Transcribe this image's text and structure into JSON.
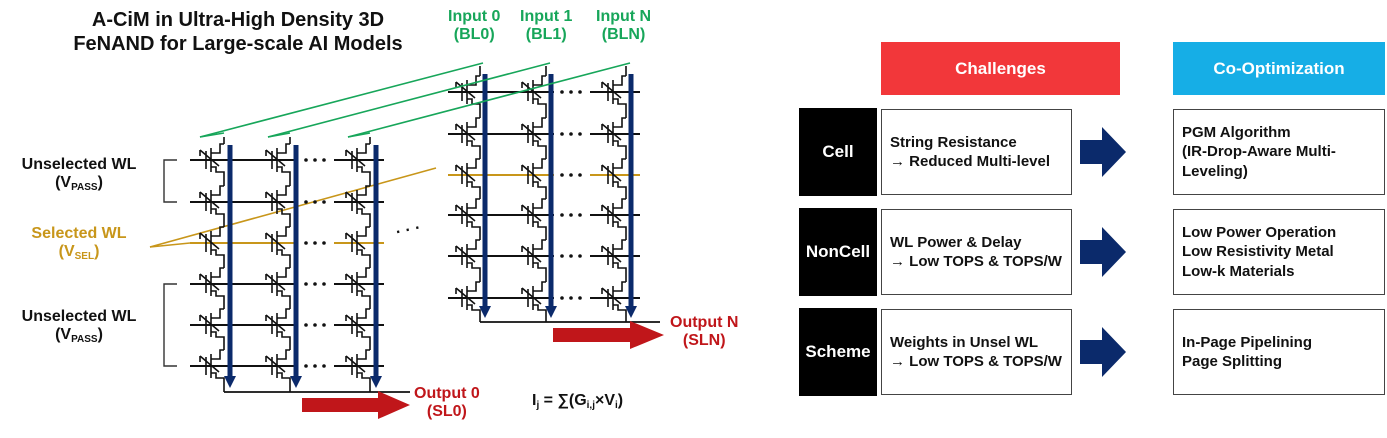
{
  "title": {
    "line1": "A-CiM in Ultra-High Density 3D",
    "line2": "FeNAND for Large-scale AI Models"
  },
  "inputs": [
    {
      "name": "Input 0",
      "bl": "(BL0)"
    },
    {
      "name": "Input 1",
      "bl": "(BL1)"
    },
    {
      "name": "Input N",
      "bl": "(BLN)"
    }
  ],
  "wordlines": {
    "unselected_top": {
      "label": "Unselected WL",
      "v": "V",
      "sub": "PASS"
    },
    "selected": {
      "label": "Selected WL",
      "v": "V",
      "sub": "SEL"
    },
    "unselected_bottom": {
      "label": "Unselected WL",
      "v": "V",
      "sub": "PASS"
    }
  },
  "outputs": [
    {
      "name": "Output 0",
      "sl": "(SL0)"
    },
    {
      "name": "Output N",
      "sl": "(SLN)"
    }
  ],
  "equation": {
    "lhs": "I",
    "lhs_sub": "j",
    "mid": " = ∑(G",
    "g_sub": "i,j",
    "times": "×V",
    "v_sub": "i",
    "end": ")"
  },
  "ellipsis": "· · ·",
  "colors": {
    "bitline_green": "#17a65a",
    "selected_wl_gold": "#c8961a",
    "current_arrow_navy": "#0b2a6b",
    "output_red": "#c0161a",
    "challenges_red": "#f2373a",
    "cooptimization_cyan": "#16aee6"
  },
  "table": {
    "headers": {
      "challenges": "Challenges",
      "cooptimization": "Co-Optimization"
    },
    "rows": [
      {
        "category": [
          "Cell"
        ],
        "challenge": [
          "String Resistance",
          "→ Reduced Multi-level"
        ],
        "solution": [
          "PGM Algorithm",
          "(IR-Drop-Aware Multi-",
          "Leveling)"
        ]
      },
      {
        "category": [
          "Non",
          "Cell"
        ],
        "challenge": [
          "WL Power & Delay",
          "→ Low TOPS & TOPS/W"
        ],
        "solution": [
          "Low Power Operation",
          "Low Resistivity Metal",
          "Low-k Materials"
        ]
      },
      {
        "category": [
          "Sche",
          "me"
        ],
        "challenge": [
          "Weights in Unsel WL",
          "→ Low TOPS & TOPS/W"
        ],
        "solution": [
          "In-Page Pipelining",
          "Page Splitting"
        ]
      }
    ]
  }
}
